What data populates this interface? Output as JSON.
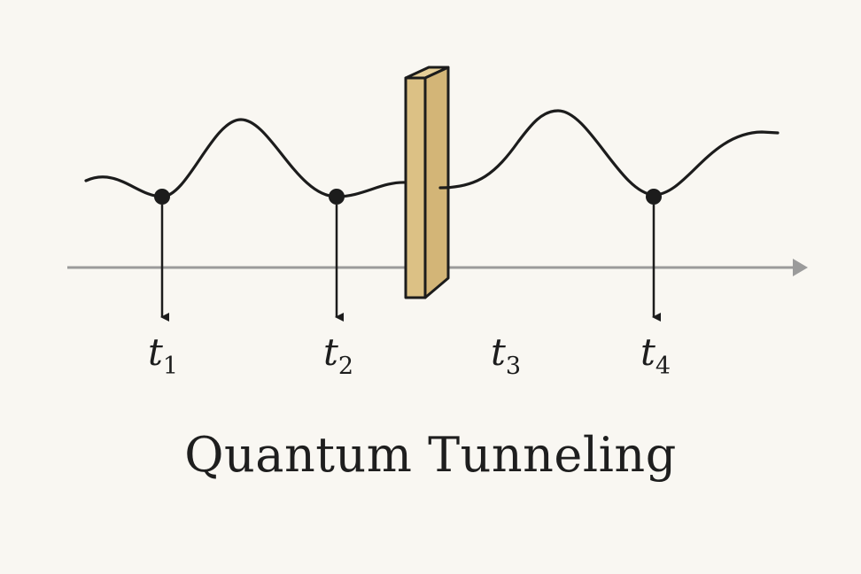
{
  "title": "Quantum Tunneling",
  "colors": {
    "background": "#f9f7f2",
    "wave": "#1c1c1c",
    "axis": "#9b9b9b",
    "barrier_fill": "#dcc185",
    "barrier_stroke": "#1c1c1c"
  },
  "labels": [
    {
      "letter": "t",
      "sub": "1"
    },
    {
      "letter": "t",
      "sub": "2"
    },
    {
      "letter": "t",
      "sub": "3"
    },
    {
      "letter": "t",
      "sub": "4"
    }
  ]
}
